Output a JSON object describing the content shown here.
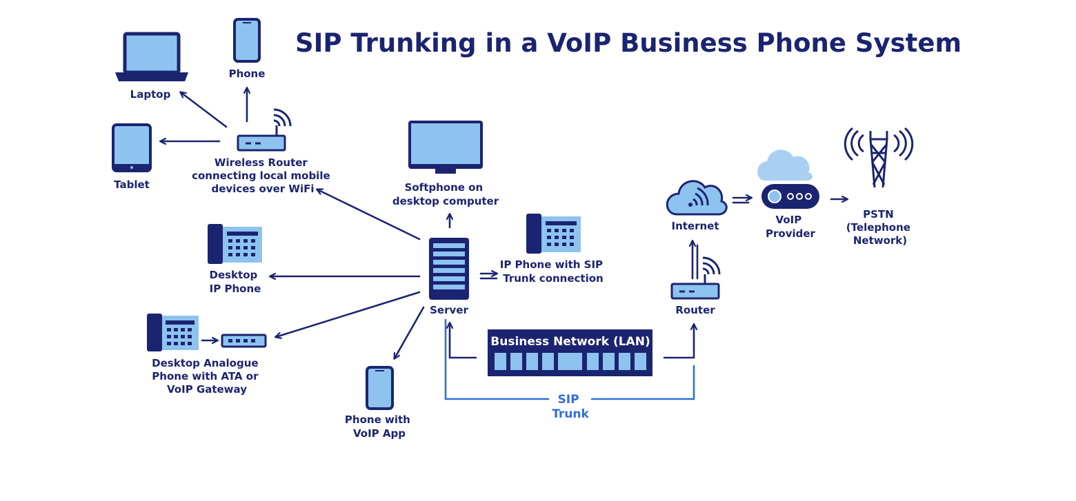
{
  "title": "SIP Trunking in a VoIP Business Phone System",
  "colors": {
    "navy": "#1b2470",
    "light_blue": "#8ec3f0",
    "sip_blue": "#2f6fd8",
    "background": "#ffffff"
  },
  "nodes": {
    "laptop": {
      "label": "Laptop",
      "icon": "laptop-icon"
    },
    "phone": {
      "label": "Phone",
      "icon": "smartphone-icon"
    },
    "tablet": {
      "label": "Tablet",
      "icon": "tablet-icon"
    },
    "wireless_router": {
      "label_lines": [
        "Wireless Router",
        "connecting local mobile",
        "devices over WiFi"
      ],
      "icon": "wireless-router-icon"
    },
    "softphone": {
      "label_lines": [
        "Softphone on",
        "desktop computer"
      ],
      "icon": "monitor-icon"
    },
    "ip_phone_sip": {
      "label_lines": [
        "IP Phone with SIP",
        "Trunk connection"
      ],
      "icon": "desk-phone-icon"
    },
    "desktop_ip_phone": {
      "label_lines": [
        "Desktop",
        "IP Phone"
      ],
      "icon": "desk-phone-icon"
    },
    "analogue_phone": {
      "label_lines": [
        "Desktop Analogue",
        "Phone with ATA or",
        "VoIP Gateway"
      ],
      "icon": "desk-phone-icon"
    },
    "phone_voip_app": {
      "label_lines": [
        "Phone with",
        "VoIP App"
      ],
      "icon": "smartphone-icon"
    },
    "server": {
      "label": "Server",
      "icon": "server-icon"
    },
    "lan": {
      "label": "Business Network (LAN)",
      "icon": "network-switch-icon"
    },
    "router": {
      "label": "Router",
      "icon": "router-icon"
    },
    "internet": {
      "label": "Internet",
      "icon": "cloud-wifi-icon"
    },
    "voip_provider": {
      "label_lines": [
        "VoIP",
        "Provider"
      ],
      "icon": "cloud-server-icon"
    },
    "pstn": {
      "label_lines": [
        "PSTN",
        "(Telephone",
        "Network)"
      ],
      "icon": "cell-tower-icon"
    }
  },
  "sip_trunk": {
    "label_lines": [
      "SIP",
      "Trunk"
    ]
  }
}
